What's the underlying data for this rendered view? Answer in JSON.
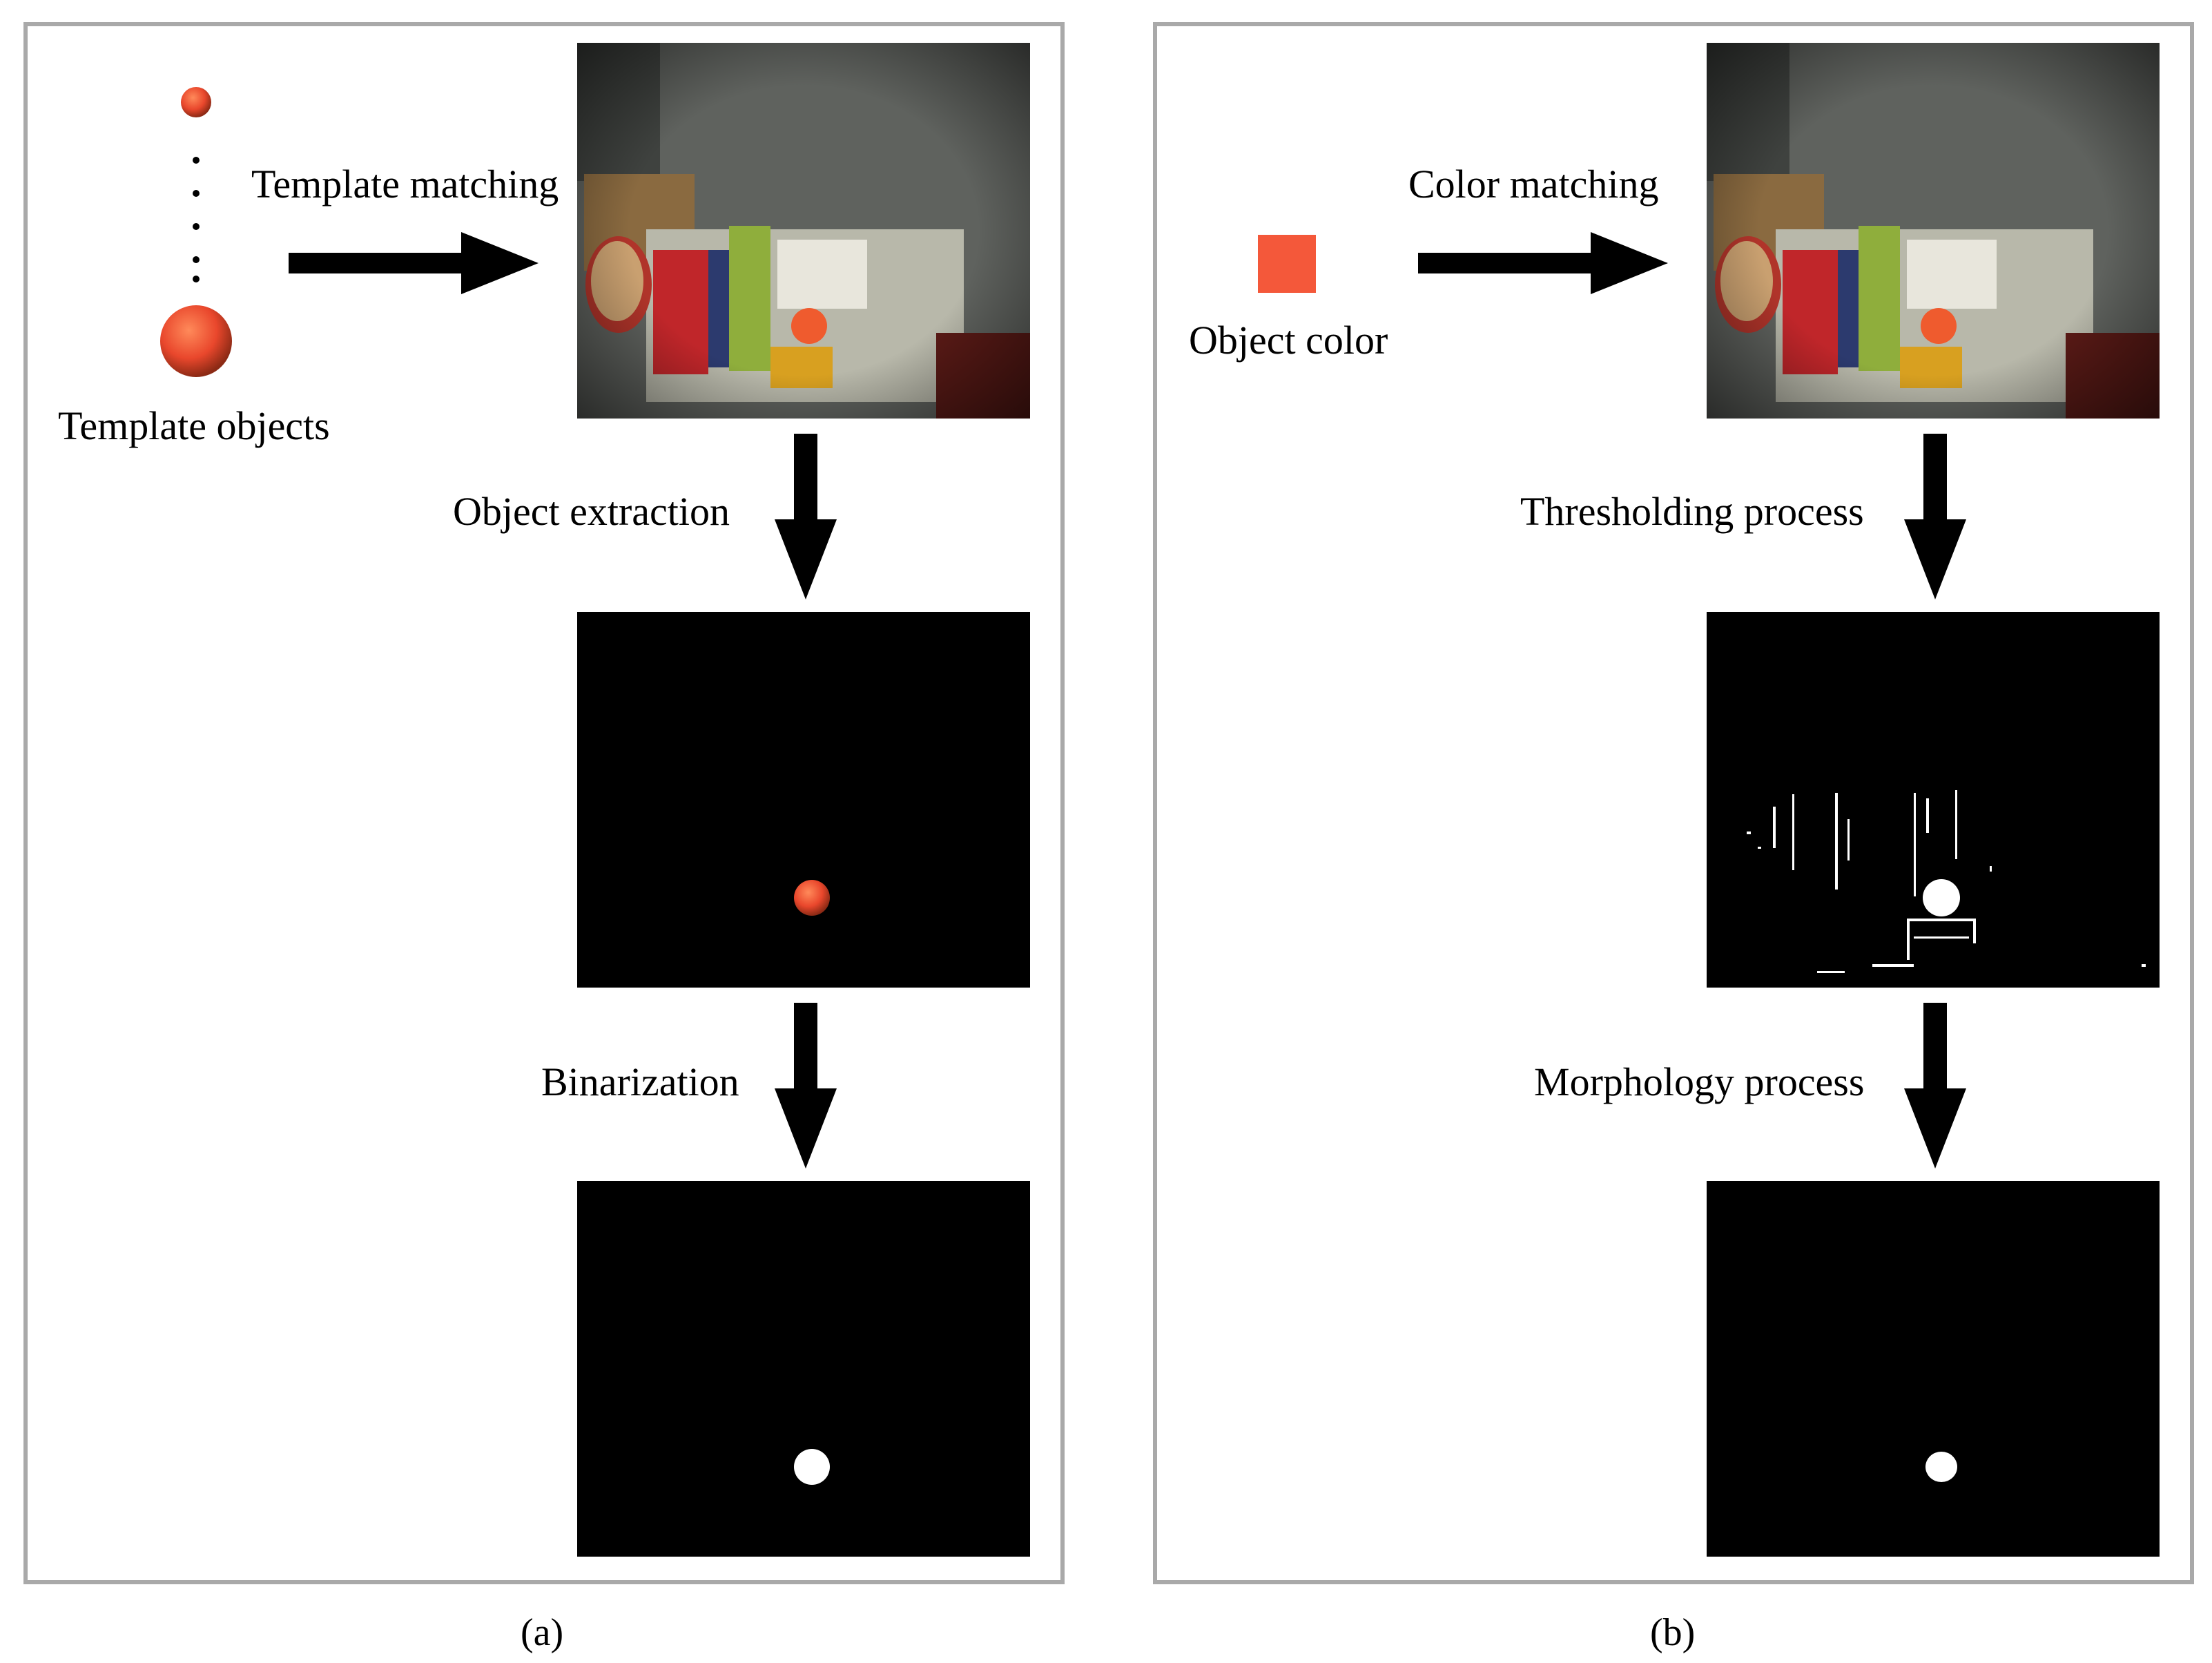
{
  "panel_a": {
    "caption": "(a)",
    "template_objects_label": "Template objects",
    "step1_label": "Template matching",
    "step2_label": "Object extraction",
    "step3_label": "Binarization"
  },
  "panel_b": {
    "caption": "(b)",
    "object_color_label": "Object color",
    "object_color": "#f4583a",
    "step1_label": "Color matching",
    "step2_label": "Thresholding process",
    "step3_label": "Morphology process"
  },
  "colors": {
    "panel_border": "#a9a9a9",
    "arrow": "#000000",
    "ball": "#e9472c",
    "mask_background": "#000000",
    "mask_foreground": "#ffffff"
  }
}
